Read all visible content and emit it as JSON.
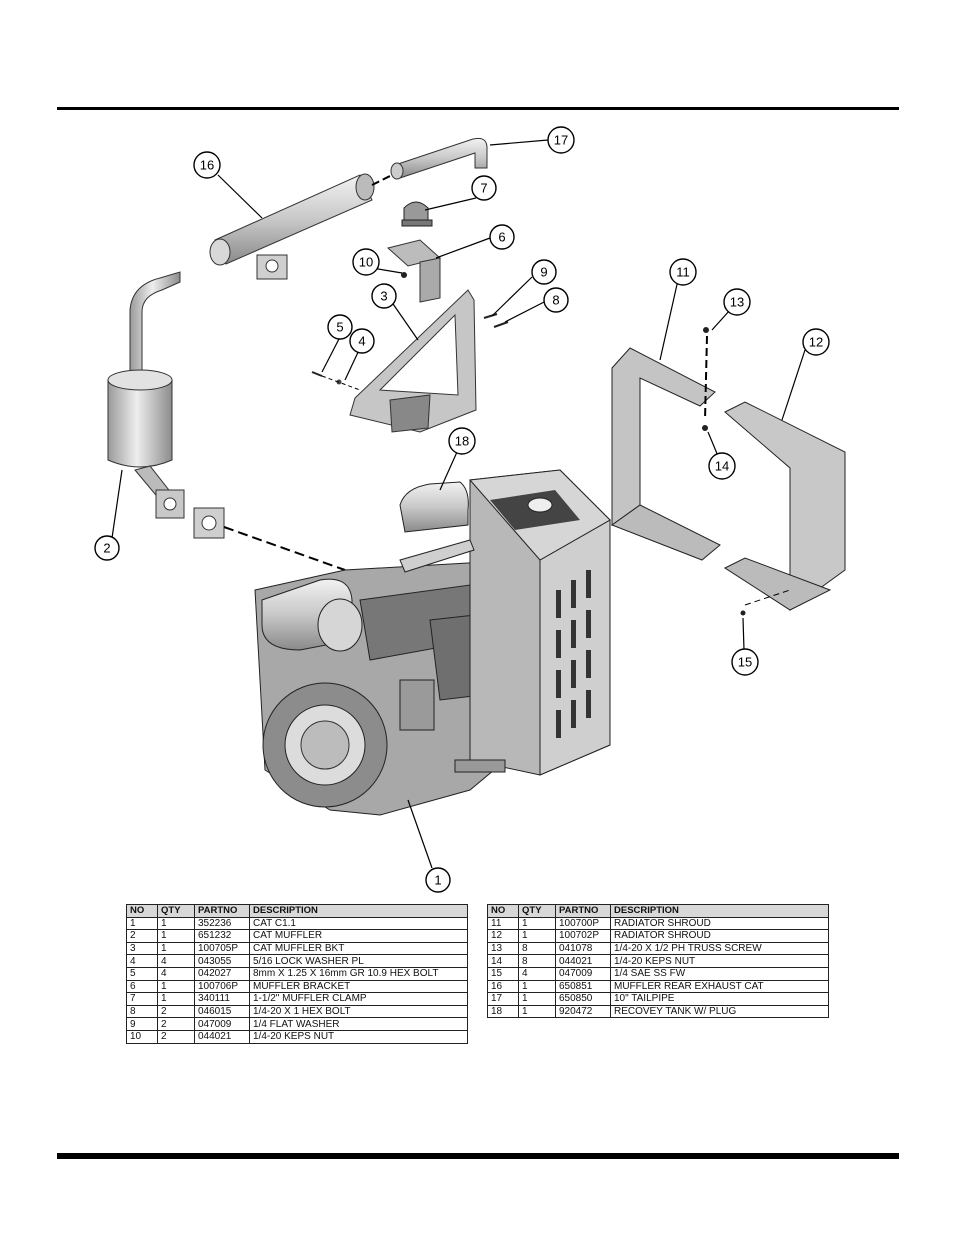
{
  "callouts": [
    "1",
    "2",
    "3",
    "4",
    "5",
    "6",
    "7",
    "8",
    "9",
    "10",
    "11",
    "12",
    "13",
    "14",
    "15",
    "16",
    "17",
    "18"
  ],
  "tables": {
    "headers": [
      "NO",
      "QTY",
      "PARTNO",
      "DESCRIPTION"
    ],
    "left": [
      [
        "1",
        "1",
        "352236",
        "CAT C1.1"
      ],
      [
        "2",
        "1",
        "651232",
        "CAT MUFFLER"
      ],
      [
        "3",
        "1",
        "100705P",
        "CAT MUFFLER BKT"
      ],
      [
        "4",
        "4",
        "043055",
        "5/16 LOCK WASHER PL"
      ],
      [
        "5",
        "4",
        "042027",
        "8mm X 1.25 X 16mm GR 10.9 HEX BOLT"
      ],
      [
        "6",
        "1",
        "100706P",
        "MUFFLER BRACKET"
      ],
      [
        "7",
        "1",
        "340111",
        "1-1/2\" MUFFLER CLAMP"
      ],
      [
        "8",
        "2",
        "046015",
        "1/4-20 X 1 HEX BOLT"
      ],
      [
        "9",
        "2",
        "047009",
        "1/4 FLAT WASHER"
      ],
      [
        "10",
        "2",
        "044021",
        "1/4-20 KEPS NUT"
      ]
    ],
    "right": [
      [
        "11",
        "1",
        "100700P",
        "RADIATOR SHROUD"
      ],
      [
        "12",
        "1",
        "100702P",
        "RADIATOR SHROUD"
      ],
      [
        "13",
        "8",
        "041078",
        "1/4-20 X 1/2 PH TRUSS SCREW"
      ],
      [
        "14",
        "8",
        "044021",
        "1/4-20 KEPS NUT"
      ],
      [
        "15",
        "4",
        "047009",
        "1/4 SAE SS FW"
      ],
      [
        "16",
        "1",
        "650851",
        "MUFFLER REAR EXHAUST CAT"
      ],
      [
        "17",
        "1",
        "650850",
        "10\" TAILPIPE"
      ],
      [
        "18",
        "1",
        "920472",
        "RECOVEY TANK W/ PLUG"
      ]
    ]
  }
}
